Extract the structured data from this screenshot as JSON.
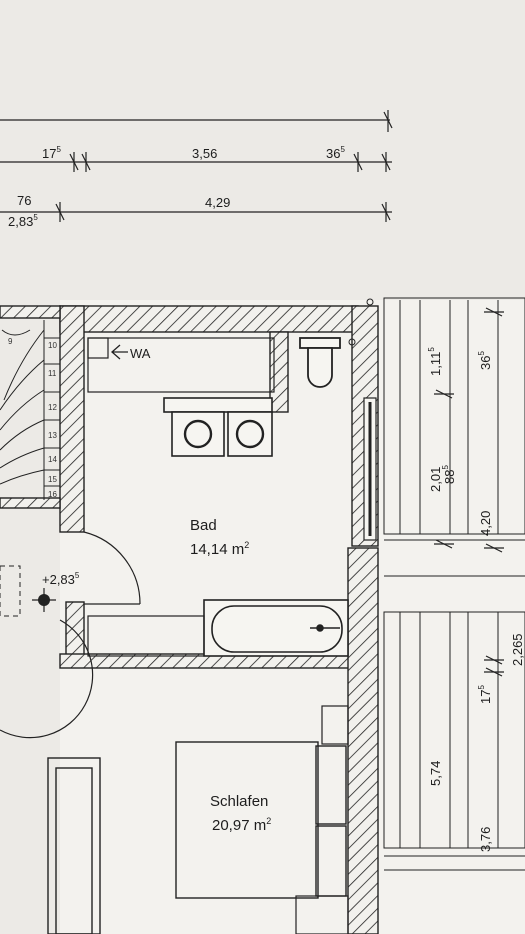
{
  "dimensions": {
    "row1": {
      "a": "17",
      "a_sup": "5",
      "b": "3,56",
      "c": "36",
      "c_sup": "5"
    },
    "row2": {
      "a": "76",
      "a2": "2,83",
      "a2_sup": "5",
      "b": "4,29"
    },
    "right": {
      "v1": "1,11",
      "v1_sup": "5",
      "v2": "36",
      "v2_sup": "5",
      "v3": "2,01",
      "v4": "88",
      "v4_sup": "5",
      "v5": "4,20",
      "v6": "17",
      "v6_sup": "5",
      "v7": "5,74",
      "v8": "3,76",
      "v9": "2,265"
    }
  },
  "level": {
    "value": "+2,83",
    "sup": "5"
  },
  "fixtures": {
    "washbasin": "WA"
  },
  "rooms": {
    "bad": {
      "name": "Bad",
      "area": "14,14 m",
      "area_sup": "2"
    },
    "schlafen": {
      "name": "Schlafen",
      "area": "20,97 m",
      "area_sup": "2"
    }
  },
  "stairs": {
    "steps": [
      "9",
      "10",
      "11",
      "12",
      "13",
      "14",
      "15",
      "16"
    ]
  }
}
